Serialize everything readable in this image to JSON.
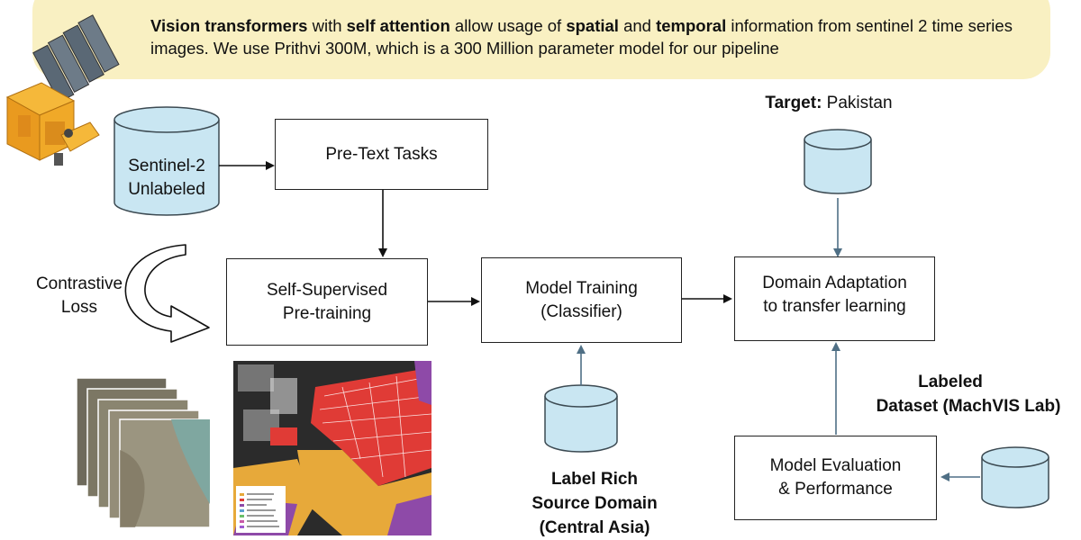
{
  "banner": {
    "parts": [
      {
        "text": "Vision transformers",
        "bold": true
      },
      {
        "text": " with ",
        "bold": false
      },
      {
        "text": "self attention",
        "bold": true
      },
      {
        "text": " allow usage of ",
        "bold": false
      },
      {
        "text": "spatial",
        "bold": true
      },
      {
        "text": " and ",
        "bold": false
      },
      {
        "text": "temporal",
        "bold": true
      },
      {
        "text": " information from sentinel 2 time series images. We use Prithvi 300M, which is a 300 Million parameter model for our pipeline",
        "bold": false
      }
    ]
  },
  "nodes": {
    "sentinel": {
      "line1": "Sentinel-2",
      "line2": "Unlabeled"
    },
    "pretext": {
      "label": "Pre-Text Tasks"
    },
    "ssl": {
      "line1": "Self-Supervised",
      "line2": "Pre-training"
    },
    "model_training": {
      "line1": "Model Training",
      "line2": "(Classifier)"
    },
    "domain_adapt": {
      "line1": "Domain Adaptation",
      "line2": "to transfer learning"
    },
    "model_eval": {
      "line1": "Model Evaluation",
      "line2": "& Performance"
    }
  },
  "labels": {
    "contrastive": {
      "line1": "Contrastive",
      "line2": "Loss"
    },
    "target": {
      "bold": "Target:",
      "normal": " Pakistan"
    },
    "labeled": {
      "line1": "Labeled",
      "line2": "Dataset (MachVIS Lab)"
    },
    "source": {
      "line1": "Label Rich",
      "line2": "Source Domain",
      "line3": "(Central Asia)"
    }
  },
  "colors": {
    "banner_bg": "#f9f0c2",
    "cylinder_fill": "#c9e6f2",
    "cylinder_stroke": "#3c4a52",
    "arrow": "#111111",
    "arrow_blue": "#4f6f85",
    "map_red": "#e03b36",
    "map_orange": "#e7a93a",
    "map_purple": "#8e4aa8"
  },
  "icons": [
    "satellite-icon",
    "satellite-image-stack",
    "crop-classification-map",
    "curved-arrow-icon",
    "database-cylinder-icon"
  ]
}
